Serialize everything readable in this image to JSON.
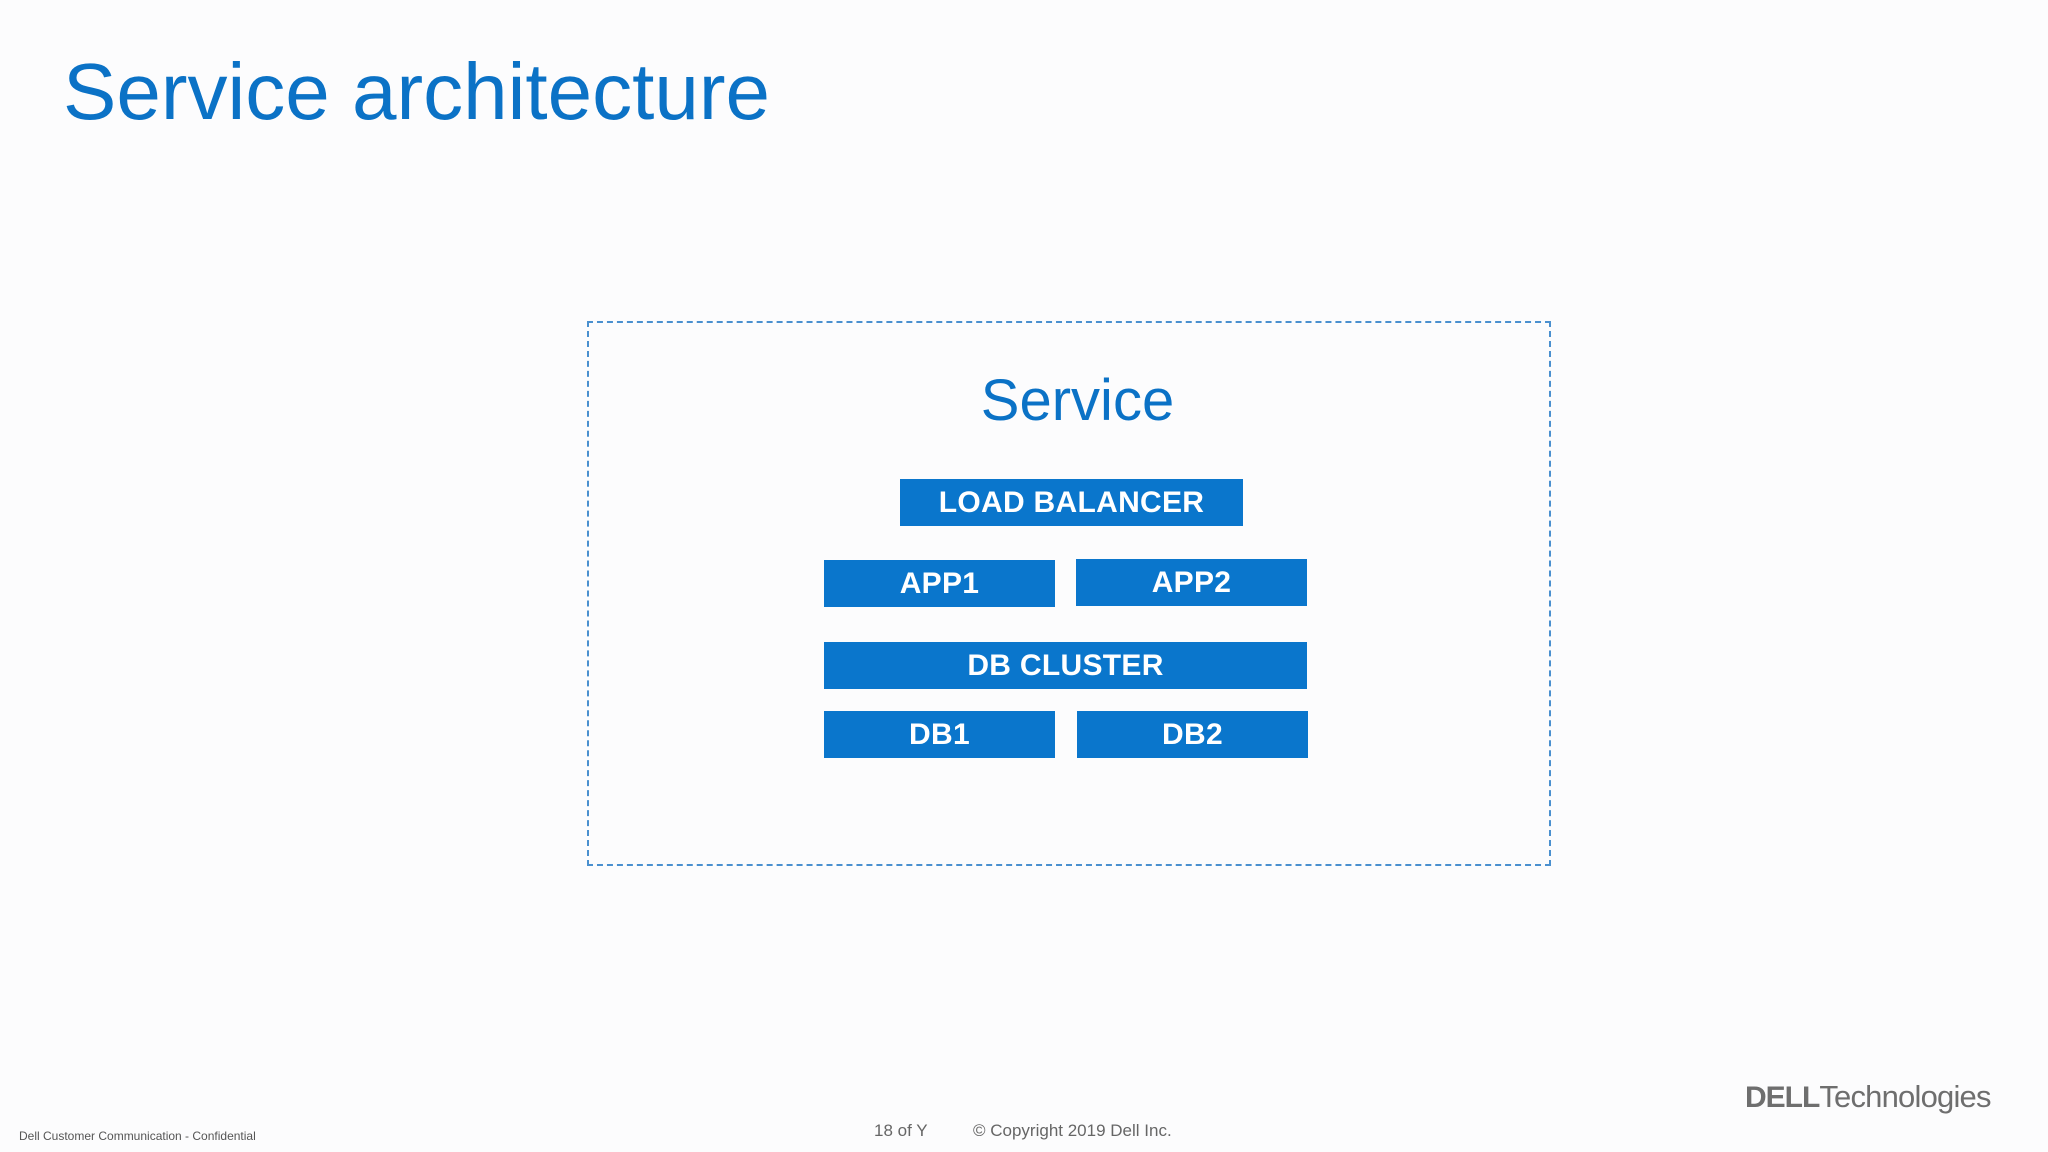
{
  "slide": {
    "title": "Service architecture"
  },
  "diagram": {
    "container_label": "Service",
    "nodes": {
      "load_balancer": "LOAD BALANCER",
      "app1": "APP1",
      "app2": "APP2",
      "db_cluster": "DB CLUSTER",
      "db1": "DB1",
      "db2": "DB2"
    },
    "colors": {
      "accent": "#0b72c6",
      "node_fill": "#0a76cc",
      "frame_border": "#4a90cf",
      "node_text": "#ffffff"
    }
  },
  "footer": {
    "confidentiality": "Dell Customer Communication - Confidential",
    "page": "18 of Y",
    "copyright": "© Copyright 2019 Dell Inc.",
    "logo_dell": "DELL",
    "logo_technologies": "Technologies"
  }
}
